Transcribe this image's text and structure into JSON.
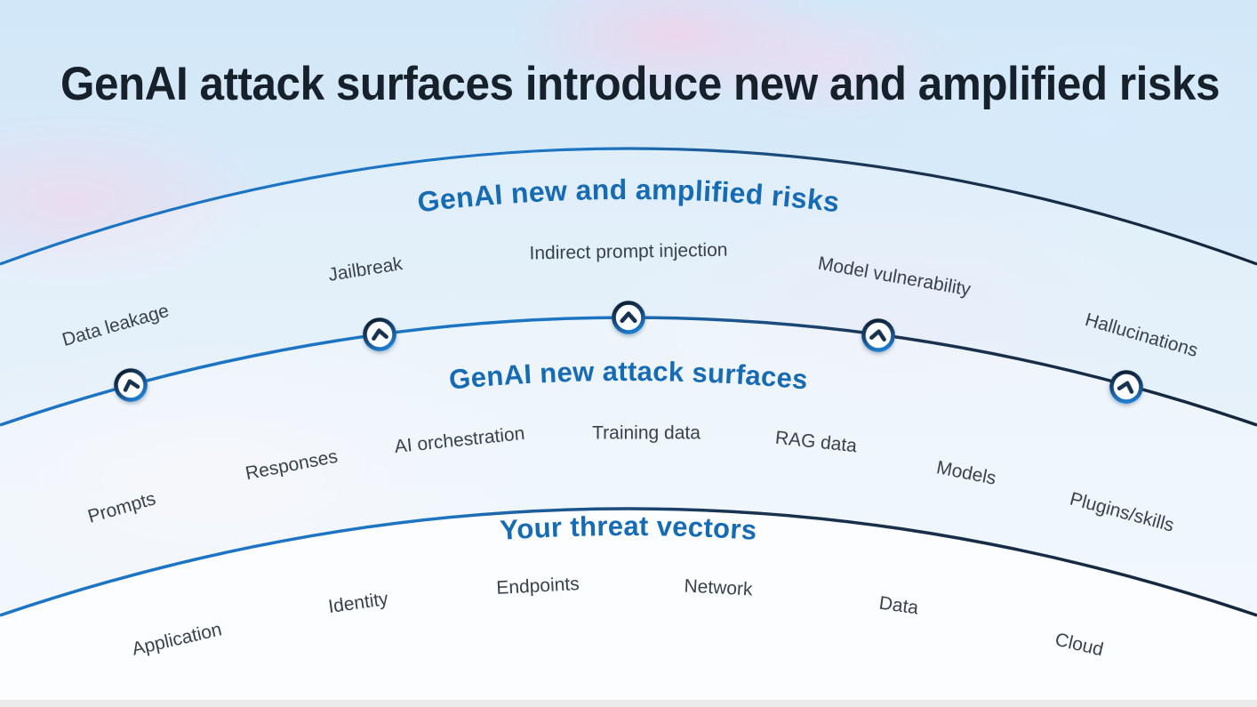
{
  "slide": {
    "title": "GenAI attack surfaces introduce new and amplified risks"
  },
  "bands": [
    {
      "id": "outer",
      "title": "GenAI new and amplified risks",
      "labels": [
        "Data leakage",
        "Jailbreak",
        "Indirect prompt injection",
        "Model vulnerability",
        "Hallucinations"
      ]
    },
    {
      "id": "middle",
      "title": "GenAI new attack surfaces",
      "labels": [
        "Prompts",
        "Responses",
        "AI orchestration",
        "Training data",
        "RAG data",
        "Models",
        "Plugins/skills"
      ]
    },
    {
      "id": "inner",
      "title": "Your threat vectors",
      "labels": [
        "Application",
        "Identity",
        "Endpoints",
        "Network",
        "Data",
        "Cloud"
      ]
    }
  ],
  "icons": {
    "arc_marker": "chevron-up-circle-icon",
    "arc_marker_count": 5
  },
  "colors": {
    "title_navy": "#16212C",
    "band_title_blue": "#176BB3",
    "label_gray": "#39424C",
    "arc_blue": "#1C74C2",
    "arc_navy": "#17293F",
    "marker_ring_top": "#0F1E30",
    "marker_ring_bottom": "#1F7BCC",
    "marker_fill": "#FDFEFF"
  }
}
